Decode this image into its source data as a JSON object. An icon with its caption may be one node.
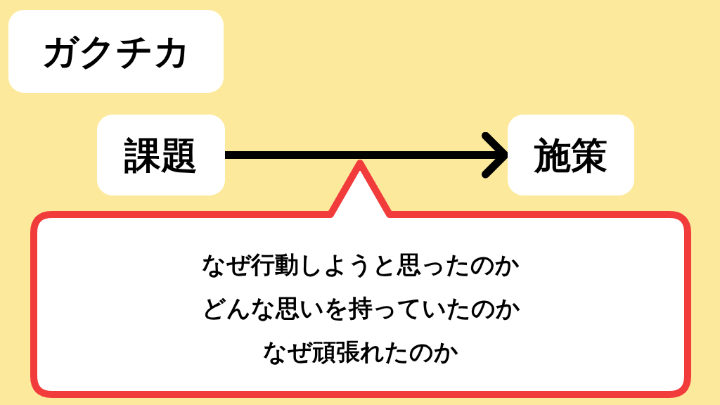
{
  "diagram": {
    "nodes": [
      {
        "text": [
          "ガクチカ"
        ]
      },
      {
        "text": [
          "課題"
        ]
      },
      {
        "text": [
          "施策"
        ]
      },
      {
        "text": [
          "なぜ行動しようと思ったのか",
          "どんな思いを持っていたのか",
          "なぜ頑張れたのか"
        ]
      }
    ],
    "edges": [
      {
        "from": 1,
        "to": 2,
        "arrow": "to"
      }
    ]
  }
}
